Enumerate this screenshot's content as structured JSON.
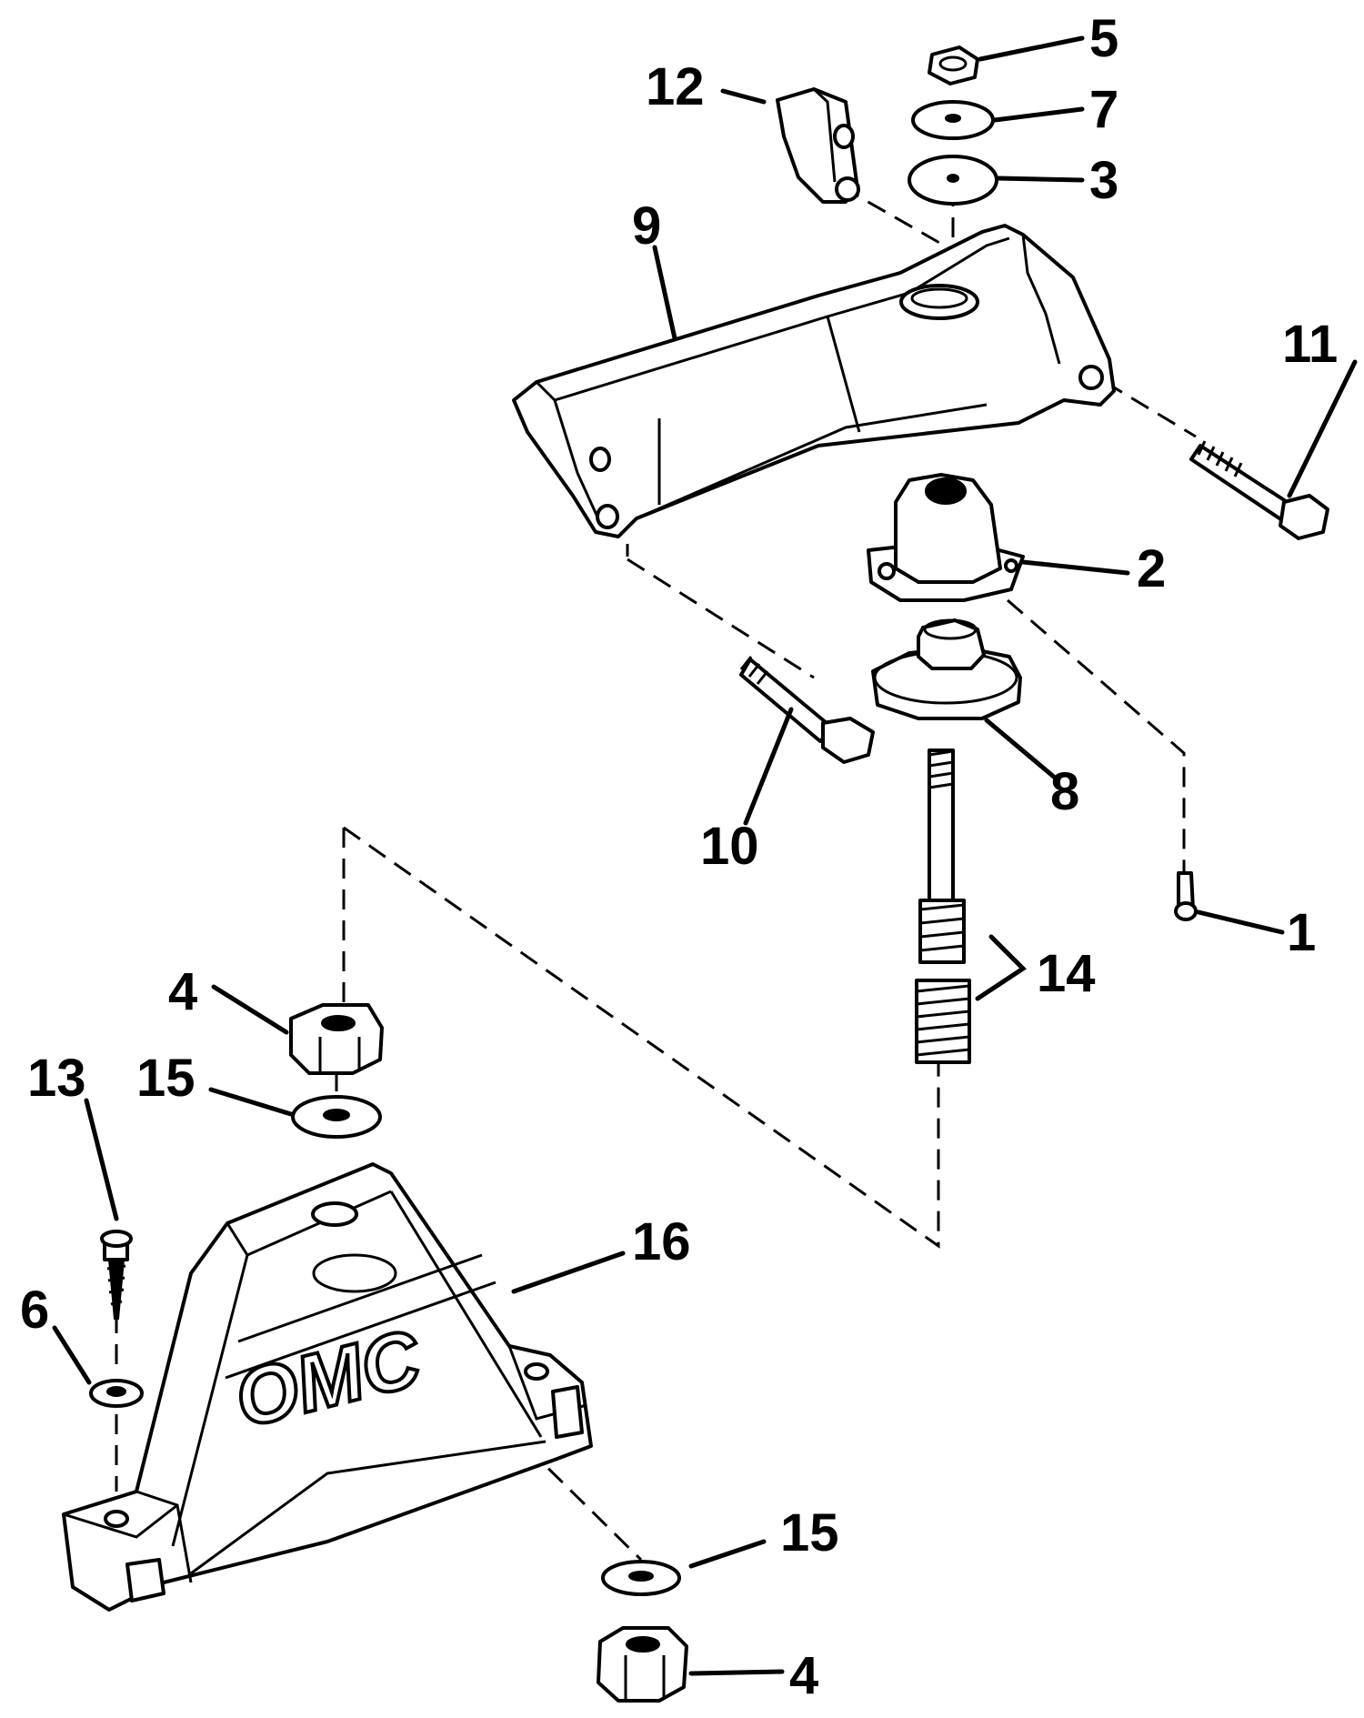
{
  "diagram": {
    "brand_logo": "OMC",
    "callouts": {
      "c1": "1",
      "c2": "2",
      "c3": "3",
      "c4_top": "4",
      "c4_bottom": "4",
      "c5": "5",
      "c6": "6",
      "c7": "7",
      "c8": "8",
      "c9": "9",
      "c10": "10",
      "c11": "11",
      "c12": "12",
      "c13": "13",
      "c14": "14",
      "c15_top": "15",
      "c15_bottom": "15",
      "c16": "16"
    }
  }
}
